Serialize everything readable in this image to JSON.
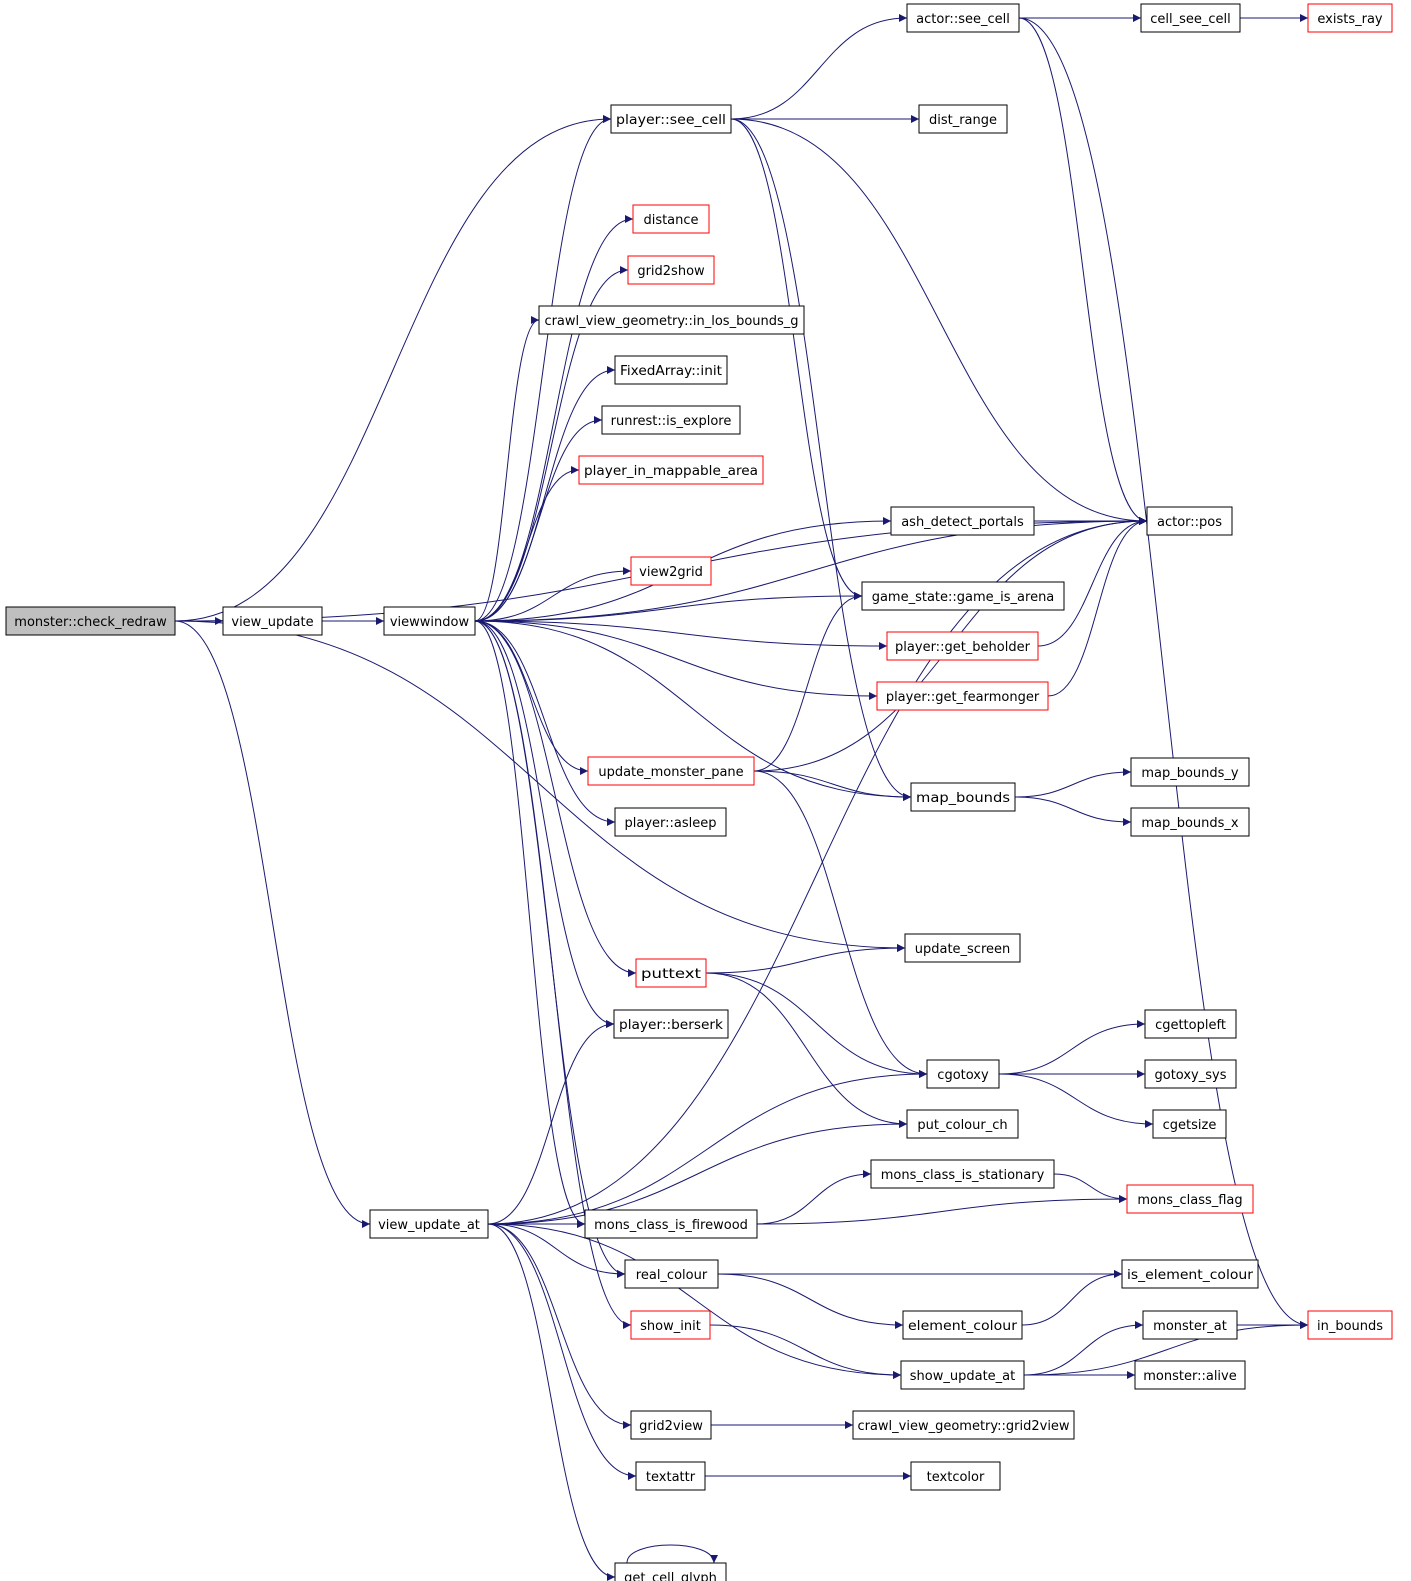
{
  "colors": {
    "edge": "#191970",
    "node_border_default": "#000000",
    "node_border_truncated": "#ff0000",
    "root_fill": "#bfbfbf",
    "node_fill": "#ffffff"
  },
  "nodes": [
    {
      "id": "check_redraw",
      "label": "monster::check_redraw",
      "style": "root"
    },
    {
      "id": "view_update",
      "label": "view_update",
      "style": "normal"
    },
    {
      "id": "viewwindow",
      "label": "viewwindow",
      "style": "normal"
    },
    {
      "id": "view_update_at",
      "label": "view_update_at",
      "style": "normal"
    },
    {
      "id": "actor_see_cell",
      "label": "actor::see_cell",
      "style": "normal"
    },
    {
      "id": "cell_see_cell",
      "label": "cell_see_cell",
      "style": "normal"
    },
    {
      "id": "exists_ray",
      "label": "exists_ray",
      "style": "truncated"
    },
    {
      "id": "player_see_cell",
      "label": "player::see_cell",
      "style": "normal"
    },
    {
      "id": "dist_range",
      "label": "dist_range",
      "style": "normal"
    },
    {
      "id": "distance",
      "label": "distance",
      "style": "truncated"
    },
    {
      "id": "grid2show",
      "label": "grid2show",
      "style": "truncated"
    },
    {
      "id": "in_los_bounds_g",
      "label": "crawl_view_geometry::in_los_bounds_g",
      "style": "normal"
    },
    {
      "id": "fixedarray_init",
      "label": "FixedArray::init",
      "style": "normal"
    },
    {
      "id": "is_explore",
      "label": "runrest::is_explore",
      "style": "normal"
    },
    {
      "id": "player_in_mappable_area",
      "label": "player_in_mappable_area",
      "style": "truncated"
    },
    {
      "id": "ash_detect_portals",
      "label": "ash_detect_portals",
      "style": "normal"
    },
    {
      "id": "actor_pos",
      "label": "actor::pos",
      "style": "normal"
    },
    {
      "id": "view2grid",
      "label": "view2grid",
      "style": "truncated"
    },
    {
      "id": "game_is_arena",
      "label": "game_state::game_is_arena",
      "style": "normal"
    },
    {
      "id": "get_beholder",
      "label": "player::get_beholder",
      "style": "truncated"
    },
    {
      "id": "get_fearmonger",
      "label": "player::get_fearmonger",
      "style": "truncated"
    },
    {
      "id": "update_monster_pane",
      "label": "update_monster_pane",
      "style": "truncated"
    },
    {
      "id": "map_bounds",
      "label": "map_bounds",
      "style": "normal"
    },
    {
      "id": "map_bounds_y",
      "label": "map_bounds_y",
      "style": "normal"
    },
    {
      "id": "map_bounds_x",
      "label": "map_bounds_x",
      "style": "normal"
    },
    {
      "id": "player_asleep",
      "label": "player::asleep",
      "style": "normal"
    },
    {
      "id": "update_screen",
      "label": "update_screen",
      "style": "normal"
    },
    {
      "id": "puttext",
      "label": "puttext",
      "style": "truncated"
    },
    {
      "id": "player_berserk",
      "label": "player::berserk",
      "style": "normal"
    },
    {
      "id": "cgettopleft",
      "label": "cgettopleft",
      "style": "normal"
    },
    {
      "id": "cgotoxy",
      "label": "cgotoxy",
      "style": "normal"
    },
    {
      "id": "gotoxy_sys",
      "label": "gotoxy_sys",
      "style": "normal"
    },
    {
      "id": "put_colour_ch",
      "label": "put_colour_ch",
      "style": "normal"
    },
    {
      "id": "cgetsize",
      "label": "cgetsize",
      "style": "normal"
    },
    {
      "id": "mons_class_is_stationary",
      "label": "mons_class_is_stationary",
      "style": "normal"
    },
    {
      "id": "mons_class_flag",
      "label": "mons_class_flag",
      "style": "truncated"
    },
    {
      "id": "mons_class_is_firewood",
      "label": "mons_class_is_firewood",
      "style": "normal"
    },
    {
      "id": "real_colour",
      "label": "real_colour",
      "style": "normal"
    },
    {
      "id": "is_element_colour",
      "label": "is_element_colour",
      "style": "normal"
    },
    {
      "id": "element_colour",
      "label": "element_colour",
      "style": "normal"
    },
    {
      "id": "show_init",
      "label": "show_init",
      "style": "truncated"
    },
    {
      "id": "monster_at",
      "label": "monster_at",
      "style": "normal"
    },
    {
      "id": "in_bounds",
      "label": "in_bounds",
      "style": "truncated"
    },
    {
      "id": "show_update_at",
      "label": "show_update_at",
      "style": "normal"
    },
    {
      "id": "monster_alive",
      "label": "monster::alive",
      "style": "normal"
    },
    {
      "id": "grid2view",
      "label": "grid2view",
      "style": "normal"
    },
    {
      "id": "grid2view_geom",
      "label": "crawl_view_geometry::grid2view",
      "style": "normal"
    },
    {
      "id": "textattr",
      "label": "textattr",
      "style": "normal"
    },
    {
      "id": "textcolor",
      "label": "textcolor",
      "style": "normal"
    },
    {
      "id": "get_cell_glyph",
      "label": "get_cell_glyph",
      "style": "normal"
    }
  ],
  "edges": [
    [
      "check_redraw",
      "view_update"
    ],
    [
      "check_redraw",
      "actor_pos"
    ],
    [
      "check_redraw",
      "player_see_cell"
    ],
    [
      "check_redraw",
      "update_screen"
    ],
    [
      "check_redraw",
      "view_update_at"
    ],
    [
      "view_update",
      "viewwindow"
    ],
    [
      "viewwindow",
      "player_see_cell"
    ],
    [
      "viewwindow",
      "actor_pos"
    ],
    [
      "viewwindow",
      "distance"
    ],
    [
      "viewwindow",
      "grid2show"
    ],
    [
      "viewwindow",
      "in_los_bounds_g"
    ],
    [
      "viewwindow",
      "fixedarray_init"
    ],
    [
      "viewwindow",
      "is_explore"
    ],
    [
      "viewwindow",
      "player_in_mappable_area"
    ],
    [
      "viewwindow",
      "ash_detect_portals"
    ],
    [
      "viewwindow",
      "view2grid"
    ],
    [
      "viewwindow",
      "game_is_arena"
    ],
    [
      "viewwindow",
      "get_beholder"
    ],
    [
      "viewwindow",
      "get_fearmonger"
    ],
    [
      "viewwindow",
      "update_monster_pane"
    ],
    [
      "viewwindow",
      "player_asleep"
    ],
    [
      "viewwindow",
      "map_bounds"
    ],
    [
      "viewwindow",
      "puttext"
    ],
    [
      "viewwindow",
      "player_berserk"
    ],
    [
      "viewwindow",
      "mons_class_is_firewood"
    ],
    [
      "viewwindow",
      "real_colour"
    ],
    [
      "viewwindow",
      "show_init"
    ],
    [
      "actor_see_cell",
      "cell_see_cell"
    ],
    [
      "actor_see_cell",
      "actor_pos"
    ],
    [
      "actor_see_cell",
      "in_bounds"
    ],
    [
      "cell_see_cell",
      "exists_ray"
    ],
    [
      "player_see_cell",
      "actor_see_cell"
    ],
    [
      "player_see_cell",
      "dist_range"
    ],
    [
      "player_see_cell",
      "actor_pos"
    ],
    [
      "player_see_cell",
      "game_is_arena"
    ],
    [
      "player_see_cell",
      "map_bounds"
    ],
    [
      "ash_detect_portals",
      "actor_pos"
    ],
    [
      "get_beholder",
      "actor_pos"
    ],
    [
      "get_fearmonger",
      "actor_pos"
    ],
    [
      "update_monster_pane",
      "game_is_arena"
    ],
    [
      "update_monster_pane",
      "actor_pos"
    ],
    [
      "update_monster_pane",
      "map_bounds"
    ],
    [
      "update_monster_pane",
      "cgotoxy"
    ],
    [
      "map_bounds",
      "map_bounds_y"
    ],
    [
      "map_bounds",
      "map_bounds_x"
    ],
    [
      "puttext",
      "update_screen"
    ],
    [
      "puttext",
      "cgotoxy"
    ],
    [
      "puttext",
      "put_colour_ch"
    ],
    [
      "cgotoxy",
      "cgettopleft"
    ],
    [
      "cgotoxy",
      "gotoxy_sys"
    ],
    [
      "cgotoxy",
      "cgetsize"
    ],
    [
      "view_update_at",
      "player_berserk"
    ],
    [
      "view_update_at",
      "actor_pos"
    ],
    [
      "view_update_at",
      "cgotoxy"
    ],
    [
      "view_update_at",
      "put_colour_ch"
    ],
    [
      "view_update_at",
      "mons_class_is_firewood"
    ],
    [
      "view_update_at",
      "real_colour"
    ],
    [
      "view_update_at",
      "show_update_at"
    ],
    [
      "view_update_at",
      "grid2view"
    ],
    [
      "view_update_at",
      "textattr"
    ],
    [
      "view_update_at",
      "get_cell_glyph"
    ],
    [
      "mons_class_is_stationary",
      "mons_class_flag"
    ],
    [
      "mons_class_is_firewood",
      "mons_class_is_stationary"
    ],
    [
      "mons_class_is_firewood",
      "mons_class_flag"
    ],
    [
      "real_colour",
      "is_element_colour"
    ],
    [
      "real_colour",
      "element_colour"
    ],
    [
      "element_colour",
      "is_element_colour"
    ],
    [
      "show_init",
      "show_update_at"
    ],
    [
      "show_update_at",
      "monster_at"
    ],
    [
      "show_update_at",
      "monster_alive"
    ],
    [
      "show_update_at",
      "in_bounds"
    ],
    [
      "monster_at",
      "in_bounds"
    ],
    [
      "grid2view",
      "grid2view_geom"
    ],
    [
      "textattr",
      "textcolor"
    ],
    [
      "get_cell_glyph",
      "get_cell_glyph"
    ]
  ]
}
